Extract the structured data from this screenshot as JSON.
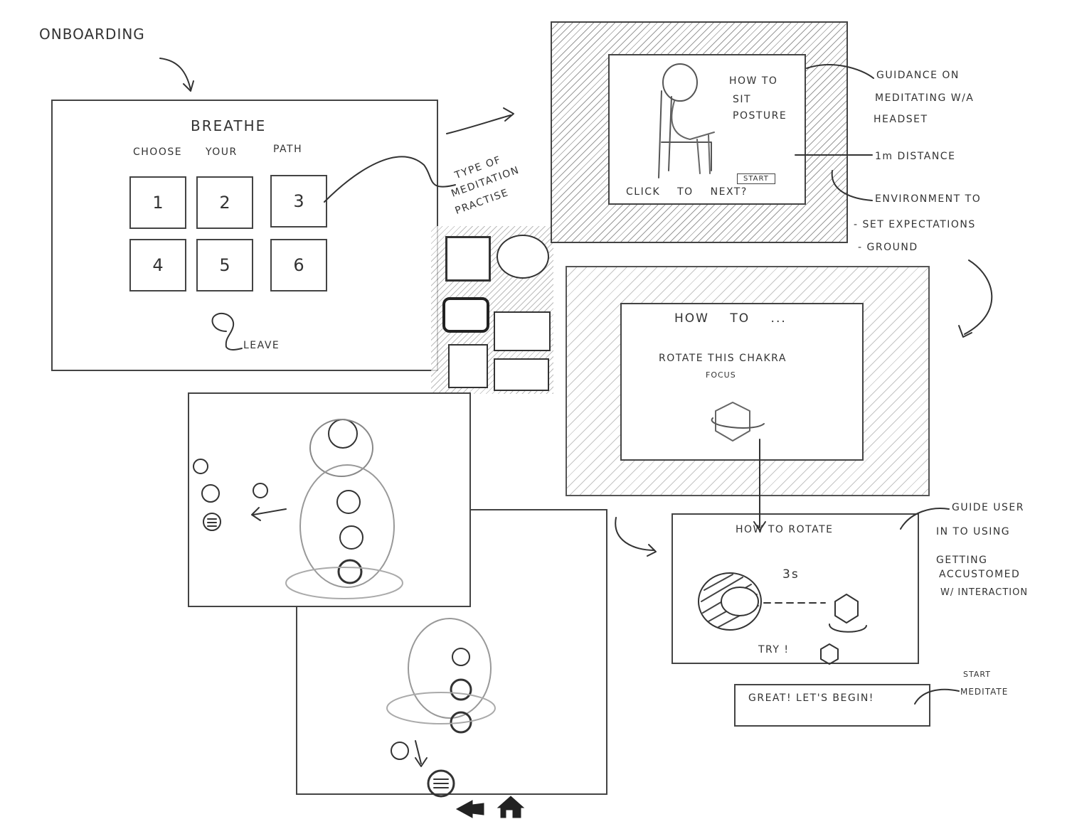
{
  "title": "ONBOARDING",
  "breathe_screen": {
    "heading": "BREATHE",
    "subheading_words": [
      "CHOOSE",
      "YOUR",
      "PATH"
    ],
    "tiles": [
      "1",
      "2",
      "3",
      "4",
      "5",
      "6"
    ],
    "leave_label": "LEAVE"
  },
  "annotations": {
    "meditation_type": [
      "TYPE OF",
      "MEDITATION",
      "PRACTISE"
    ],
    "guidance": [
      "GUIDANCE ON",
      "MEDITATING W/A",
      "HEADSET"
    ],
    "distance": "1m DISTANCE",
    "environment": [
      "ENVIRONMENT TO",
      "- SET EXPECTATIONS",
      "- GROUND"
    ],
    "guide_user": [
      "GUIDE USER",
      "IN TO USING",
      "GETTING",
      "ACCUSTOMED",
      "W/ INTERACTION"
    ],
    "start_meditate": [
      "START",
      "MEDITATE"
    ]
  },
  "posture_screen": {
    "lines": [
      "HOW TO",
      "SIT",
      "POSTURE"
    ],
    "start_button": "START",
    "footer": "CLICK TO NEXT?"
  },
  "howto_screen": {
    "heading": "HOW TO ...",
    "line1": "ROTATE THIS CHAKRA",
    "line2": "FOCUS"
  },
  "rotate_screen": {
    "heading": "HOW TO ROTATE",
    "timer": "3s",
    "try_label": "TRY !"
  },
  "begin_button": "GREAT! LET'S BEGIN!"
}
